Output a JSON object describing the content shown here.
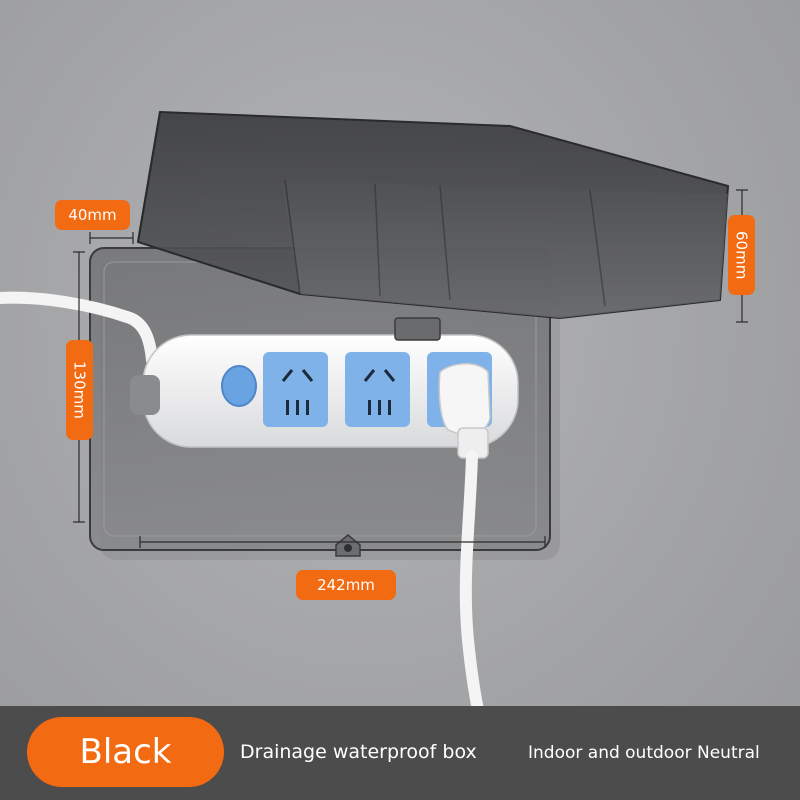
{
  "dimensions": {
    "depth_label": "40mm",
    "lid_height_label": "60mm",
    "height_label": "130mm",
    "width_label": "242mm"
  },
  "footer": {
    "color_label": "Black",
    "product_label": "Drainage waterproof box",
    "usage_label": "Indoor and outdoor Neutral"
  },
  "colors": {
    "accent": "#f26a12",
    "footer_bg": "#4c4c4c",
    "socket_blue": "#7fb2e8",
    "box_tint": "#5a5b5d"
  }
}
